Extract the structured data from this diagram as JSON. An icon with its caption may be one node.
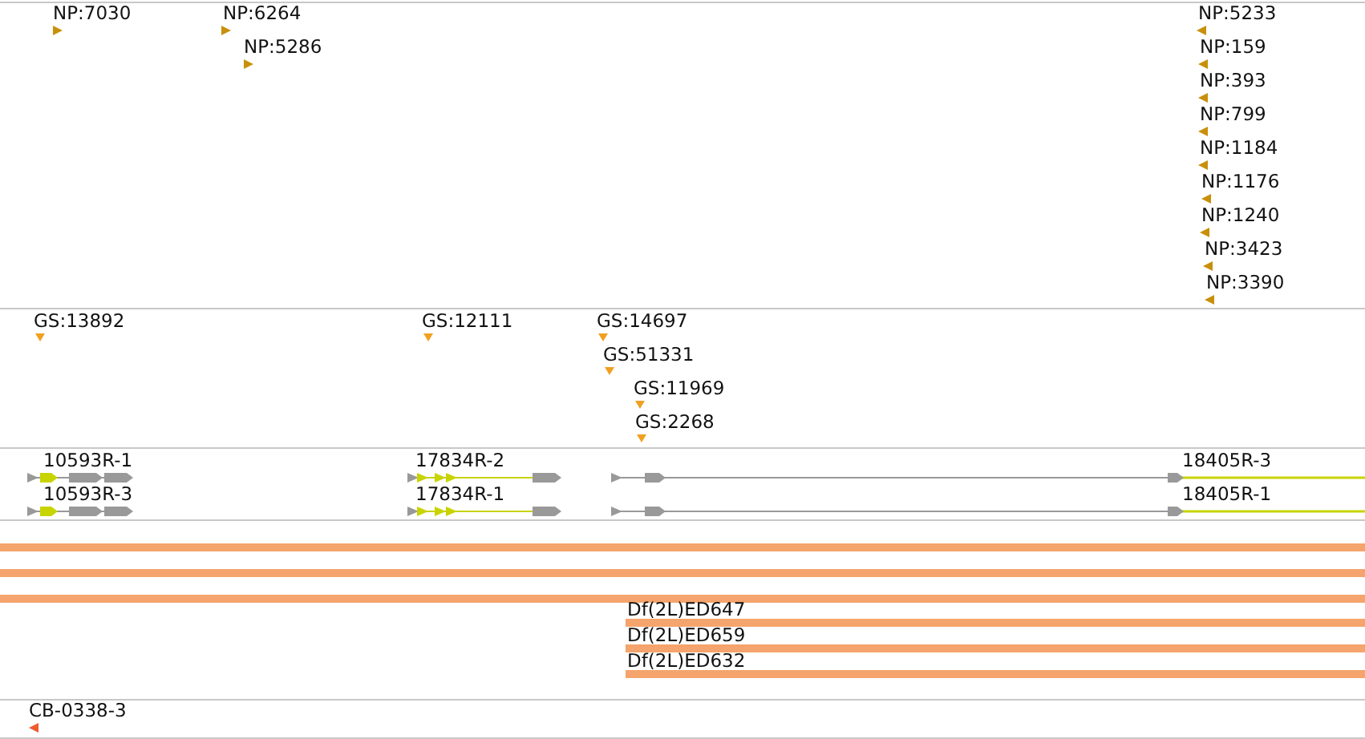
{
  "diagram": {
    "labels": [
      "NP:7030",
      "NP:6264",
      "NP:5286",
      "NP:5233",
      "NP:159",
      "NP:393",
      "NP:799",
      "NP:1184",
      "NP:1176",
      "NP:1240",
      "NP:3423",
      "NP:3390",
      "GS:13892",
      "GS:12111",
      "GS:14697",
      "GS:51331",
      "GS:11969",
      "GS:2268",
      "10593R-1",
      "17834R-2",
      "18405R-3",
      "10593R-3",
      "17834R-1",
      "18405R-1",
      "Df(2L)ED647",
      "Df(2L)ED659",
      "Df(2L)ED632",
      "CB-0338-3"
    ]
  }
}
